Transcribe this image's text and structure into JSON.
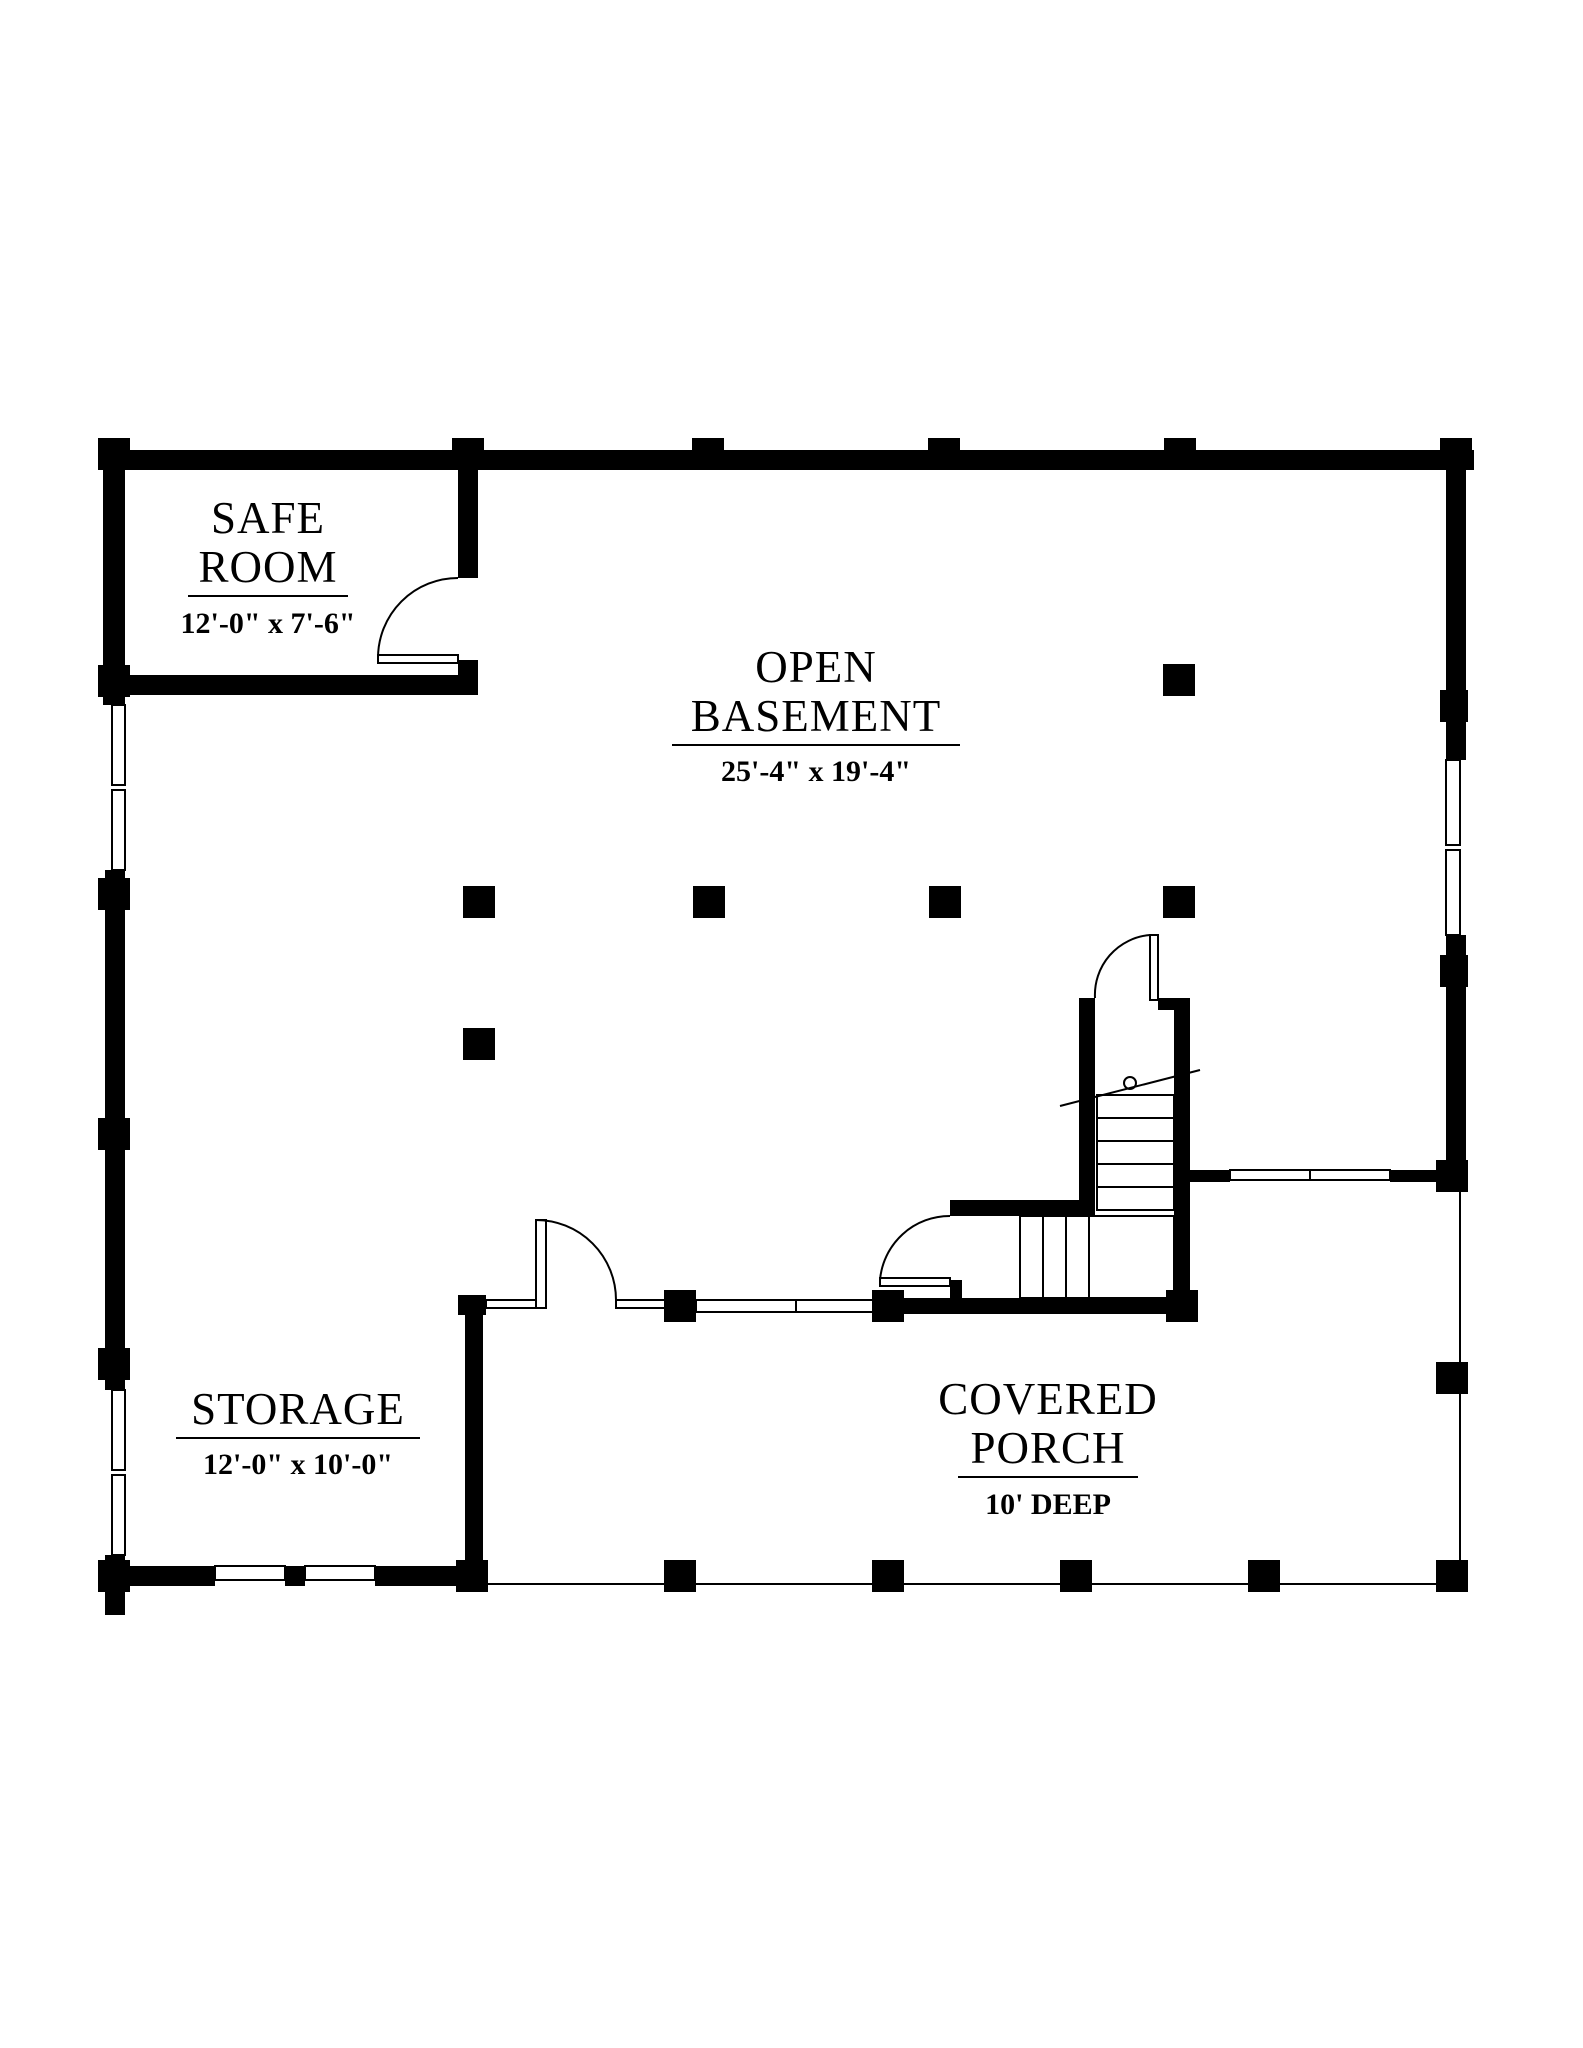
{
  "rooms": {
    "safe_room": {
      "name_line1": "SAFE",
      "name_line2": "ROOM",
      "dimension": "12'-0\" x 7'-6\""
    },
    "open_basement": {
      "name_line1": "OPEN",
      "name_line2": "BASEMENT",
      "dimension": "25'-4\" x 19'-4\""
    },
    "storage": {
      "name_line1": "STORAGE",
      "dimension": "12'-0\" x 10'-0\""
    },
    "covered_porch": {
      "name_line1": "COVERED",
      "name_line2": "PORCH",
      "dimension": "10' DEEP"
    }
  }
}
